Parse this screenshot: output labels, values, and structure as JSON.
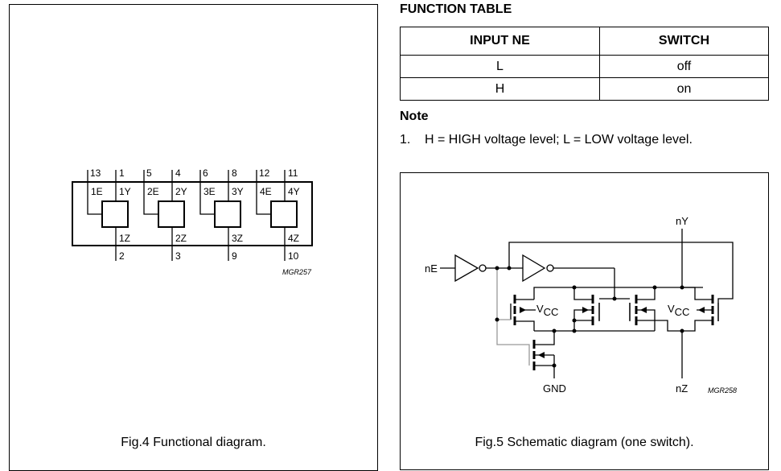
{
  "function_table": {
    "title": "FUNCTION TABLE",
    "headers": [
      "INPUT NE",
      "SWITCH"
    ],
    "rows": [
      [
        "L",
        "off"
      ],
      [
        "H",
        "on"
      ]
    ]
  },
  "note": {
    "title": "Note",
    "items": [
      {
        "number": "1.",
        "text": "H = HIGH voltage level; L = LOW voltage level."
      }
    ]
  },
  "fig4": {
    "caption": "Fig.4  Functional diagram.",
    "code": "MGR257",
    "switches": [
      {
        "e_label": "1E",
        "y_label": "1Y",
        "z_label": "1Z",
        "e_pin": "13",
        "y_pin": "1",
        "z_pin": "2"
      },
      {
        "e_label": "2E",
        "y_label": "2Y",
        "z_label": "2Z",
        "e_pin": "5",
        "y_pin": "4",
        "z_pin": "3"
      },
      {
        "e_label": "3E",
        "y_label": "3Y",
        "z_label": "3Z",
        "e_pin": "6",
        "y_pin": "8",
        "z_pin": "9"
      },
      {
        "e_label": "4E",
        "y_label": "4Y",
        "z_label": "4Z",
        "e_pin": "12",
        "y_pin": "11",
        "z_pin": "10"
      }
    ]
  },
  "fig5": {
    "caption": "Fig.5  Schematic diagram (one switch).",
    "code": "MGR258",
    "labels": {
      "input": "nE",
      "output_y": "nY",
      "output_z": "nZ",
      "ground": "GND",
      "vcc_main": "V",
      "vcc_sub": "CC"
    }
  }
}
